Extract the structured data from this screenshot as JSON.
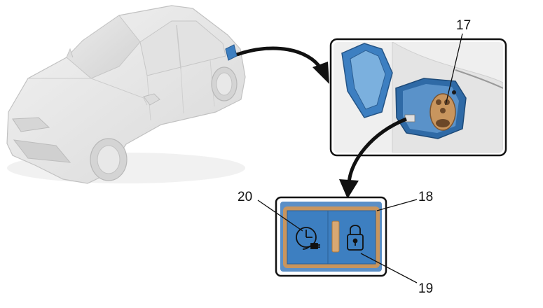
{
  "callouts": {
    "c17": "17",
    "c18": "18",
    "c19": "19",
    "c20": "20"
  },
  "colors": {
    "car_body": "#e6e6e6",
    "car_outline": "#c4c4c4",
    "flap_blue": "#3d7fc1",
    "flap_blue_light": "#7bb0de",
    "socket_orange": "#c8955e",
    "frame_dark": "#1a1a1a"
  },
  "icons": [
    "timer-plug-icon",
    "padlock-icon"
  ]
}
